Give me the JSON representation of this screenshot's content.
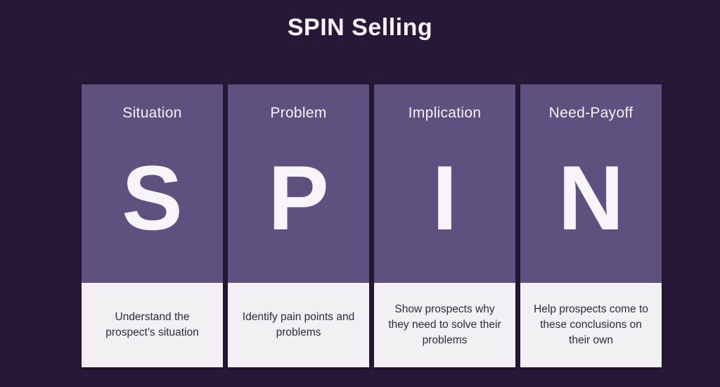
{
  "title": "SPIN Selling",
  "colors": {
    "background": "#271837",
    "panel_purple": "#5e517f",
    "panel_white": "#f2f0f3",
    "title_text": "#f7f5f9",
    "label_text": "#f4f2f6",
    "letter_text": "#f7f5f9",
    "description_text": "#2e2a38"
  },
  "columns": [
    {
      "label": "Situation",
      "letter": "S",
      "description": "Understand the prospect’s situation"
    },
    {
      "label": "Problem",
      "letter": "P",
      "description": "Identify pain points and problems"
    },
    {
      "label": "Implication",
      "letter": "I",
      "description": "Show prospects why they need to solve their problems"
    },
    {
      "label": "Need-Payoff",
      "letter": "N",
      "description": "Help prospects come to these conclusions on their own"
    }
  ]
}
